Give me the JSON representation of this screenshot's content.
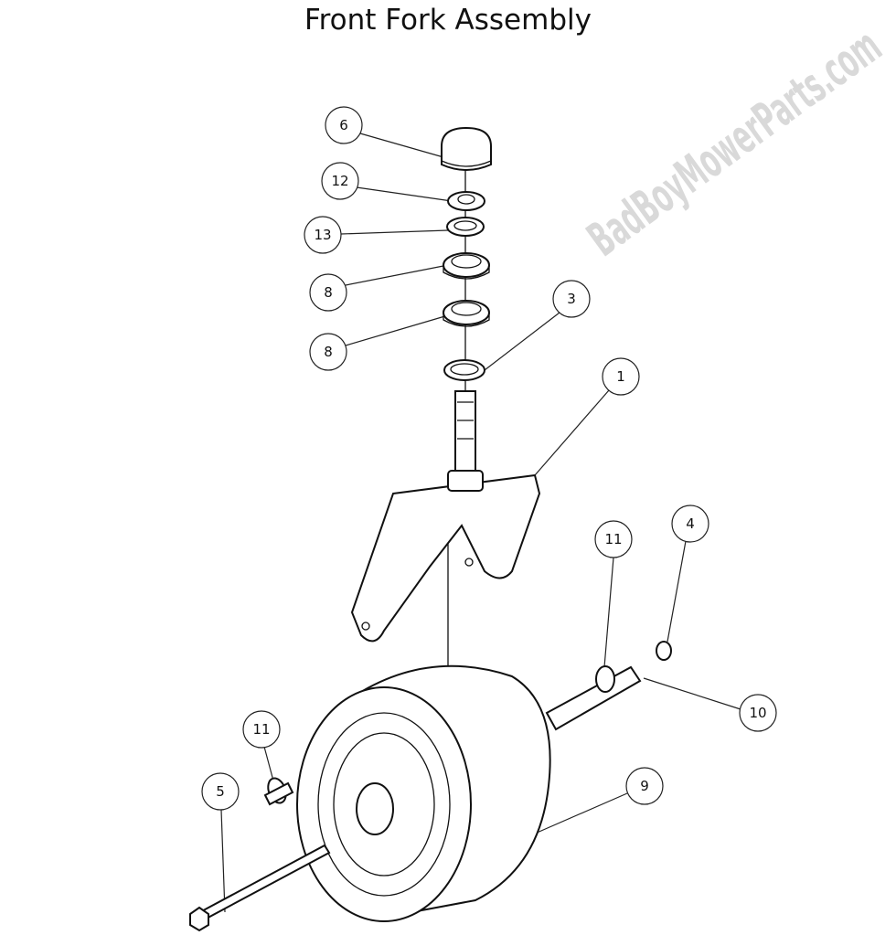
{
  "title": "Front Fork Assembly",
  "watermark": "BadBoyMowerParts.com",
  "callouts": [
    "6",
    "12",
    "13",
    "8",
    "8",
    "3",
    "1",
    "11",
    "4",
    "10",
    "9",
    "11",
    "5"
  ]
}
